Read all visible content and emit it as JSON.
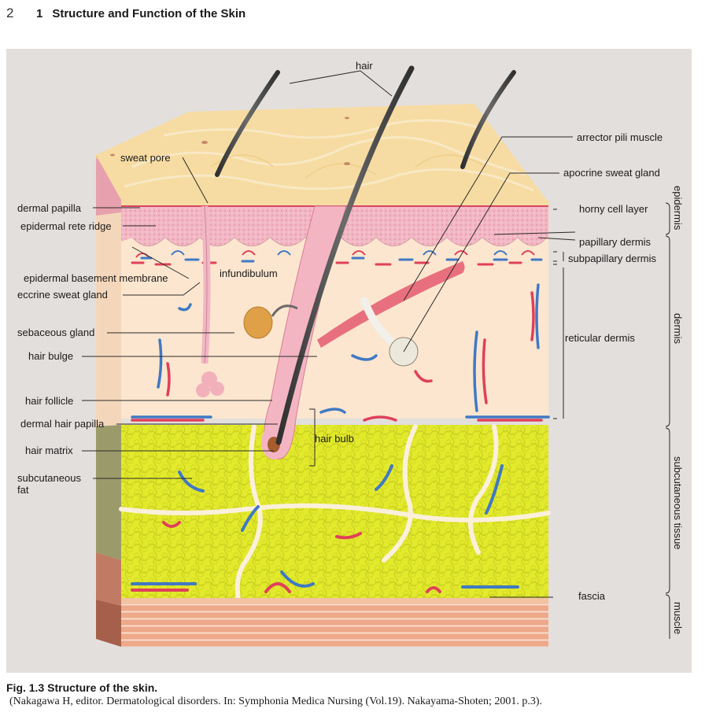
{
  "header": {
    "page_number": "2",
    "chapter_number": "1",
    "chapter_title": "Structure and Function of the Skin"
  },
  "labels": {
    "hair": "hair",
    "sweat_pore": "sweat pore",
    "arrector_pili_muscle": "arrector pili muscle",
    "apocrine_sweat_gland": "apocrine sweat gland",
    "dermal_papilla": "dermal papilla",
    "epidermal_rete_ridge": "epidermal rete ridge",
    "horny_cell_layer": "horny cell layer",
    "papillary_dermis": "papillary dermis",
    "subpapillary_dermis": "subpapillary dermis",
    "epidermal_basement_membrane": "epidermal basement membrane",
    "infundibulum": "infundibulum",
    "eccrine_sweat_gland": "eccrine sweat gland",
    "sebaceous_gland": "sebaceous gland",
    "reticular_dermis": "reticular dermis",
    "hair_bulge": "hair bulge",
    "hair_follicle": "hair follicle",
    "dermal_hair_papilla": "dermal hair papilla",
    "hair_bulb": "hair bulb",
    "hair_matrix": "hair matrix",
    "subcutaneous_fat_line1": "subcutaneous",
    "subcutaneous_fat_line2": "fat",
    "fascia": "fascia"
  },
  "layers": {
    "epidermis": "epidermis",
    "dermis": "dermis",
    "subcutaneous_tissue": "subcutaneous tissue",
    "muscle": "muscle"
  },
  "caption": {
    "title": "Fig. 1.3 Structure of the skin.",
    "source": "(Nakagawa H, editor. Dermatological disorders. In: Symphonia Medica Nursing (Vol.19). Nakayama-Shoten; 2001. p.3)."
  },
  "colors": {
    "figure_background": "#e3dfdc",
    "epidermis_surface": "#f6dca2",
    "epidermis_pink": "#f2b7c4",
    "dermis": "#fde6cf",
    "fat": "#e3ea2c",
    "muscle": "#eda98a",
    "artery": "#e0405a",
    "vein": "#3f79c4",
    "hair": "#4a4a4a"
  }
}
